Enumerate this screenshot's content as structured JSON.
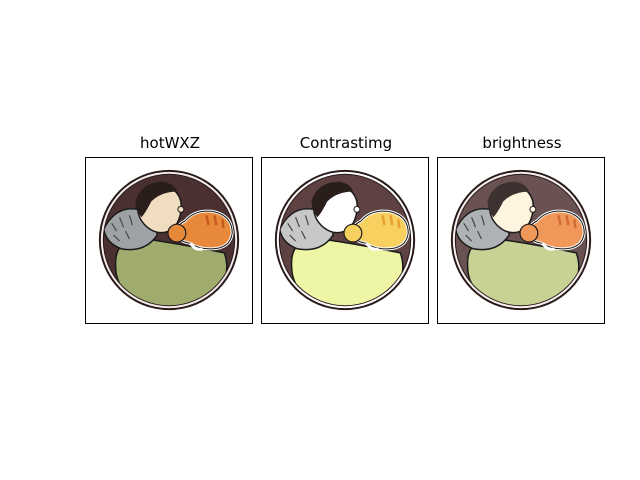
{
  "figure": {
    "panels": [
      {
        "title": "hotWXZ",
        "palette": {
          "bg": "#4a3030",
          "ring": "#f2ecea",
          "body": "#a0ac6e",
          "skin": "#f0dcc0",
          "hair": "#2a1e1a",
          "fur": "#9ea2a4",
          "cat": "#e8883a",
          "stripe": "#c65a1e"
        }
      },
      {
        "title": "Contrastimg",
        "palette": {
          "bg": "#5e4242",
          "ring": "#ffffff",
          "body": "#eef6a6",
          "skin": "#ffffff",
          "hair": "#2a1e1a",
          "fur": "#c6c8c8",
          "cat": "#f8d060",
          "stripe": "#e8a030"
        }
      },
      {
        "title": "brightness",
        "palette": {
          "bg": "#6a5252",
          "ring": "#f6f2f0",
          "body": "#c8d294",
          "skin": "#fff4e0",
          "hair": "#3e3230",
          "fur": "#aeb2b4",
          "cat": "#f0985a",
          "stripe": "#d26a36"
        }
      }
    ]
  }
}
